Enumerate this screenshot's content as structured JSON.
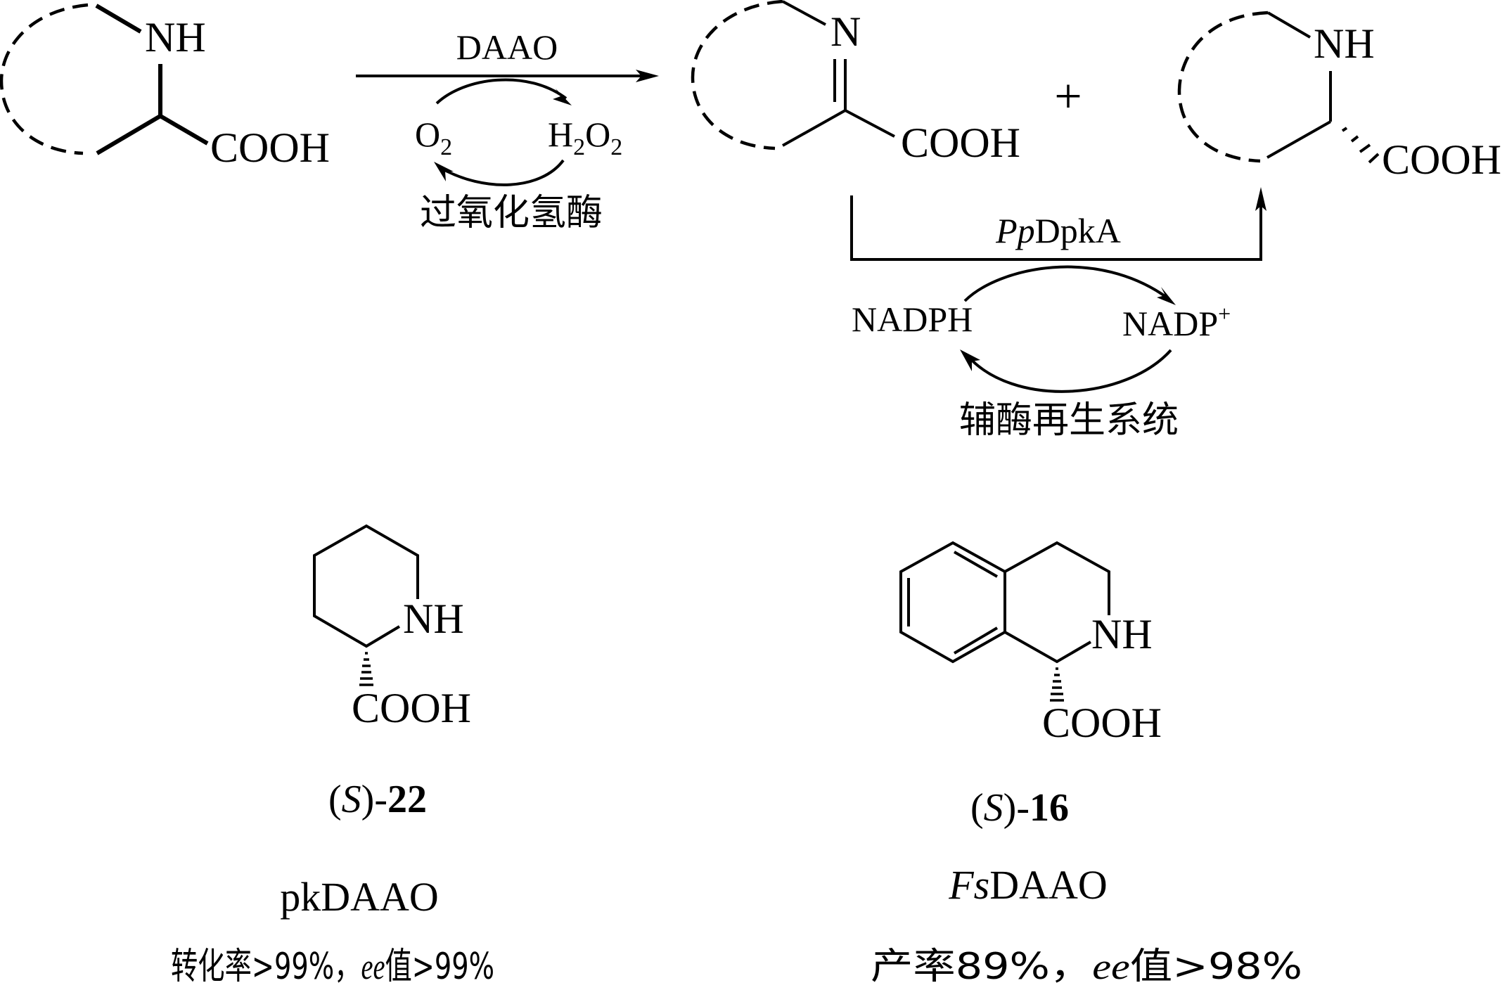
{
  "scheme": {
    "substrate": {
      "nh": "NH",
      "cooh": "COOH"
    },
    "step1": {
      "enzyme": "DAAO",
      "cofactor_left": {
        "base": "O",
        "sub": "2"
      },
      "cofactor_right": {
        "h": "H",
        "h_sub": "2",
        "o": "O",
        "o_sub": "2"
      },
      "recycle_enzyme": "过氧化氢酶"
    },
    "intermediate": {
      "n": "N",
      "cooh": "COOH"
    },
    "plus": "+",
    "product": {
      "nh": "NH",
      "cooh": "COOH"
    },
    "step2": {
      "enzyme_italic": "Pp",
      "enzyme_rest": "DpkA",
      "cofactor_left": "NADPH",
      "cofactor_right": "NADP",
      "cofactor_right_sup": "+",
      "recycle_system": "辅酶再生系统"
    }
  },
  "examples": [
    {
      "nh": "NH",
      "cooh": "COOH",
      "label_open": "(",
      "label_config": "S",
      "label_close": ")-",
      "label_number": "22",
      "enzyme_italic": "",
      "enzyme_rest": "pkDAAO",
      "result_prefix": "转化率>99%，",
      "result_ee": "ee",
      "result_suffix": "值>99%"
    },
    {
      "nh": "NH",
      "cooh": "COOH",
      "label_open": "(",
      "label_config": "S",
      "label_close": ")-",
      "label_number": "16",
      "enzyme_italic": "Fs",
      "enzyme_rest": "DAAO",
      "result_prefix": "产率89%，",
      "result_ee": "ee",
      "result_suffix": "值>98%"
    }
  ]
}
